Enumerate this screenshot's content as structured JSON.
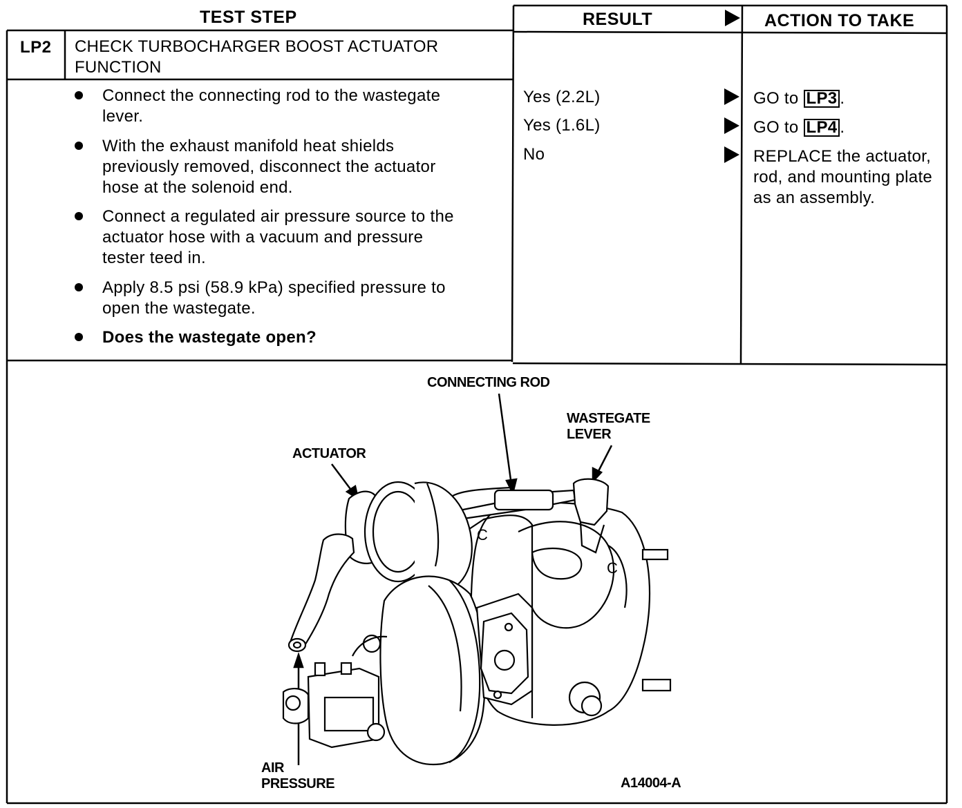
{
  "header": {
    "test_step": "TEST STEP",
    "result": "RESULT",
    "action": "ACTION TO TAKE"
  },
  "step": {
    "id": "LP2",
    "title_line1": "CHECK TURBOCHARGER BOOST ACTUATOR",
    "title_line2": "FUNCTION"
  },
  "bullets": [
    [
      "Connect the connecting rod to the wastegate",
      "lever."
    ],
    [
      "With the exhaust manifold heat shields",
      "previously removed, disconnect the actuator",
      "hose at the solenoid end."
    ],
    [
      "Connect a regulated air pressure source to the",
      "actuator hose with a vacuum and pressure",
      "tester teed in."
    ],
    [
      "Apply 8.5 psi (58.9 kPa) specified pressure to",
      "open the wastegate."
    ],
    [
      "Does the wastegate open?"
    ]
  ],
  "results": [
    "Yes (2.2L)",
    "Yes (1.6L)",
    "No"
  ],
  "actions": {
    "go_prefix": "GO to",
    "lp3": "LP3",
    "lp4": "LP4",
    "period": ".",
    "replace_bold": "REPLACE",
    "replace_l1_rest": " the actuator,",
    "replace_l2": "rod, and mounting plate",
    "replace_l3": "as an assembly."
  },
  "figure": {
    "connecting_rod": "CONNECTING ROD",
    "wastegate_l1": "WASTEGATE",
    "wastegate_l2": "LEVER",
    "actuator": "ACTUATOR",
    "air_l1": "AIR",
    "air_l2": "PRESSURE",
    "figure_id": "A14004-A"
  }
}
